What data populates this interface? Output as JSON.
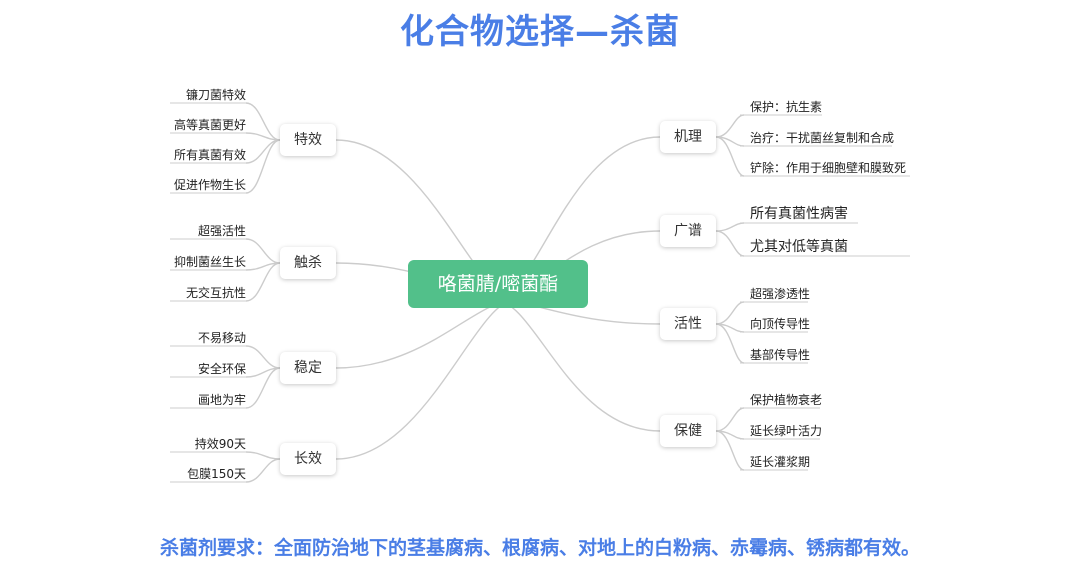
{
  "title": "化合物选择—杀菌",
  "footer": "杀菌剂要求：全面防治地下的茎基腐病、根腐病、对地上的白粉病、赤霉病、锈病都有效。",
  "center": "咯菌腈/嘧菌酯",
  "left": [
    {
      "label": "特效",
      "items": [
        "镰刀菌特效",
        "高等真菌更好",
        "所有真菌有效",
        "促进作物生长"
      ]
    },
    {
      "label": "触杀",
      "items": [
        "超强活性",
        "抑制菌丝生长",
        "无交互抗性"
      ]
    },
    {
      "label": "稳定",
      "items": [
        "不易移动",
        "安全环保",
        "画地为牢"
      ]
    },
    {
      "label": "长效",
      "items": [
        "持效90天",
        "包膜150天"
      ]
    }
  ],
  "right": [
    {
      "label": "机理",
      "items": [
        "保护：抗生素",
        "治疗：干扰菌丝复制和合成",
        "铲除：作用于细胞壁和膜致死"
      ]
    },
    {
      "label": "广谱",
      "items": [
        "所有真菌性病害",
        "尤其对低等真菌"
      ]
    },
    {
      "label": "活性",
      "items": [
        "超强渗透性",
        "向顶传导性",
        "基部传导性"
      ]
    },
    {
      "label": "保健",
      "items": [
        "保护植物衰老",
        "延长绿叶活力",
        "延长灌浆期"
      ]
    }
  ],
  "colors": {
    "title": "#4a7ee6",
    "center": "#52c08a",
    "line": "#cccccc"
  }
}
